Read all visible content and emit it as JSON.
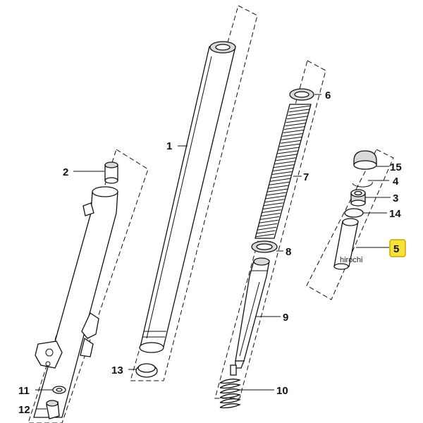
{
  "parts": [
    {
      "id": "1",
      "label": "1"
    },
    {
      "id": "2",
      "label": "2"
    },
    {
      "id": "3",
      "label": "3"
    },
    {
      "id": "4",
      "label": "4"
    },
    {
      "id": "5",
      "label": "5",
      "highlighted": true
    },
    {
      "id": "6",
      "label": "6"
    },
    {
      "id": "7",
      "label": "7"
    },
    {
      "id": "8",
      "label": "8"
    },
    {
      "id": "9",
      "label": "9"
    },
    {
      "id": "10",
      "label": "10"
    },
    {
      "id": "11",
      "label": "11"
    },
    {
      "id": "12",
      "label": "12"
    },
    {
      "id": "13",
      "label": "13"
    },
    {
      "id": "14",
      "label": "14"
    },
    {
      "id": "15",
      "label": "15"
    }
  ],
  "watermark": "hirochi",
  "colors": {
    "highlight": "#f7e13a",
    "line": "#111111"
  }
}
